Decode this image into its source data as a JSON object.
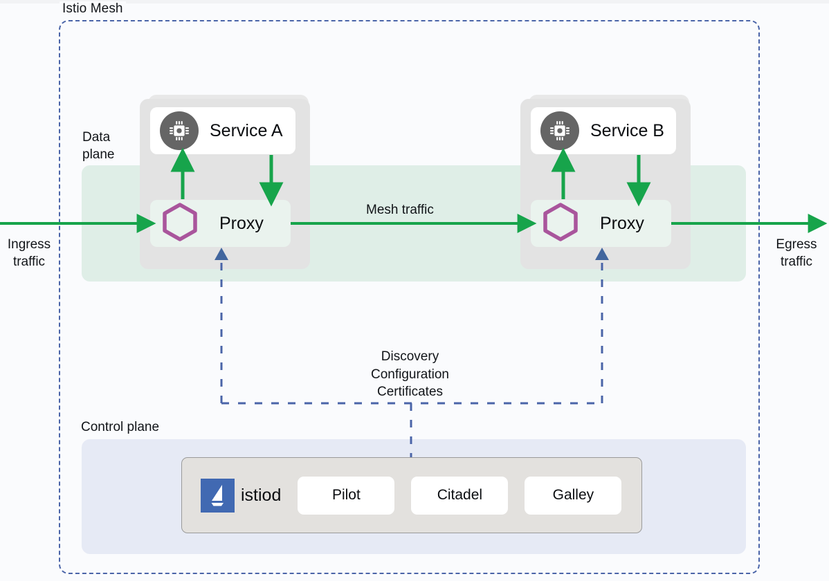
{
  "diagram": {
    "title": "Istio Mesh",
    "planes": {
      "data_plane_label": "Data\nplane",
      "data_plane_label_line1": "Data",
      "data_plane_label_line2": "plane",
      "control_plane_label": "Control plane"
    },
    "traffic": {
      "ingress_line1": "Ingress",
      "ingress_line2": "traffic",
      "egress_line1": "Egress",
      "egress_line2": "traffic",
      "mesh_traffic": "Mesh traffic"
    },
    "pods": [
      {
        "service_label": "Service A",
        "proxy_label": "Proxy",
        "service_icon": "chip-icon",
        "proxy_icon": "hexagon-icon"
      },
      {
        "service_label": "Service B",
        "proxy_label": "Proxy",
        "service_icon": "chip-icon",
        "proxy_icon": "hexagon-icon"
      }
    ],
    "control_channel": {
      "line1": "Discovery",
      "line2": "Configuration",
      "line3": "Certificates"
    },
    "istiod": {
      "name": "istiod",
      "logo_icon": "istio-sailboat-icon",
      "components": [
        "Pilot",
        "Citadel",
        "Galley"
      ]
    },
    "colors": {
      "mesh_border": "#4a64a8",
      "data_plane_band": "#dfeee7",
      "control_plane_panel": "#e6eaf5",
      "traffic_arrow": "#17a44b",
      "proxy_hexagon": "#a9559c",
      "service_icon_circle": "#656565",
      "istiod_logo": "#4169b2",
      "istiod_container": "#e3e1de",
      "pod_card": "#e3e3e3",
      "control_line": "#4a64a8"
    }
  }
}
